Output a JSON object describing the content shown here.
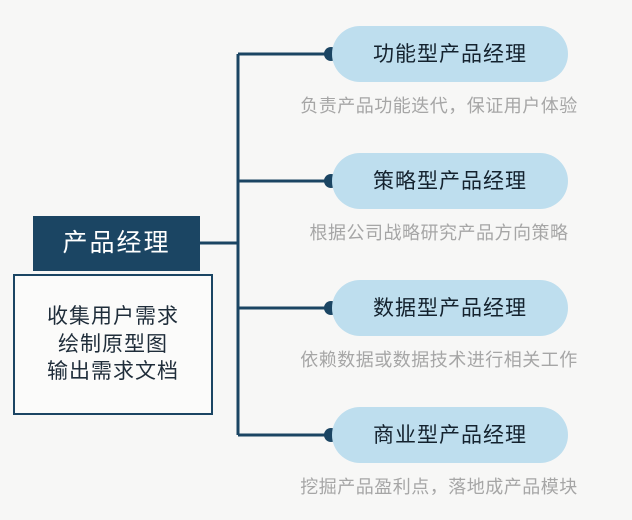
{
  "diagram": {
    "type": "mind-map",
    "title": "产品经理",
    "background_color": "#f7f7f6",
    "accent_color": "#1b4563",
    "branch_color": "#bedeee",
    "caption_color": "#a6a6a6"
  },
  "root": {
    "header_label": "产品经理",
    "body_lines": [
      "收集用户需求",
      "绘制原型图",
      "输出需求文档"
    ]
  },
  "branches": [
    {
      "label": "功能型产品经理",
      "caption": "负责产品功能迭代，保证用户体验"
    },
    {
      "label": "策略型产品经理",
      "caption": "根据公司战略研究产品方向策略"
    },
    {
      "label": "数据型产品经理",
      "caption": "依赖数据或数据技术进行相关工作"
    },
    {
      "label": "商业型产品经理",
      "caption": "挖掘产品盈利点，落地成产品模块"
    }
  ]
}
